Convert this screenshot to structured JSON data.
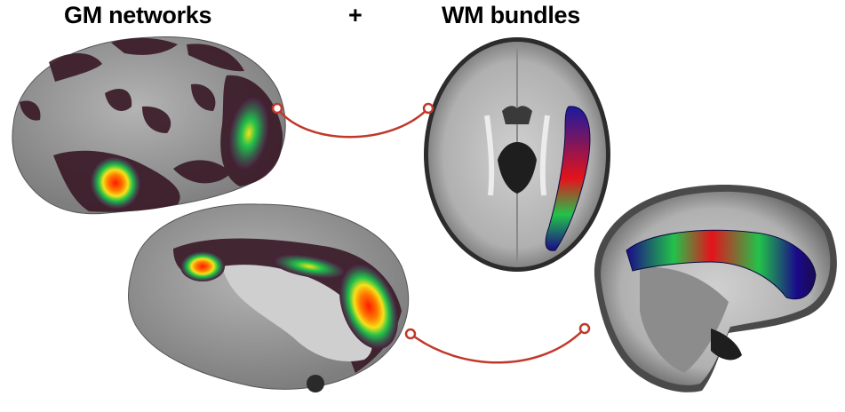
{
  "header": {
    "gm_title": "GM networks",
    "plus": "+",
    "wm_title": "WM bundles"
  },
  "colors": {
    "connector": "#c0392b",
    "cortex_gray": "#9c9c9c",
    "network_mask": "#3a1b28",
    "heat_low": "#3b0a3a",
    "heat_mid": "#22c24a",
    "heat_high": "#ff1a00",
    "tract_low": "#1a0a8a",
    "tract_high": "#e5121b"
  },
  "panels": [
    {
      "name": "lateral-cortex-surface"
    },
    {
      "name": "medial-cortex-surface"
    },
    {
      "name": "axial-brain-slice"
    },
    {
      "name": "sagittal-brain-slice"
    }
  ]
}
